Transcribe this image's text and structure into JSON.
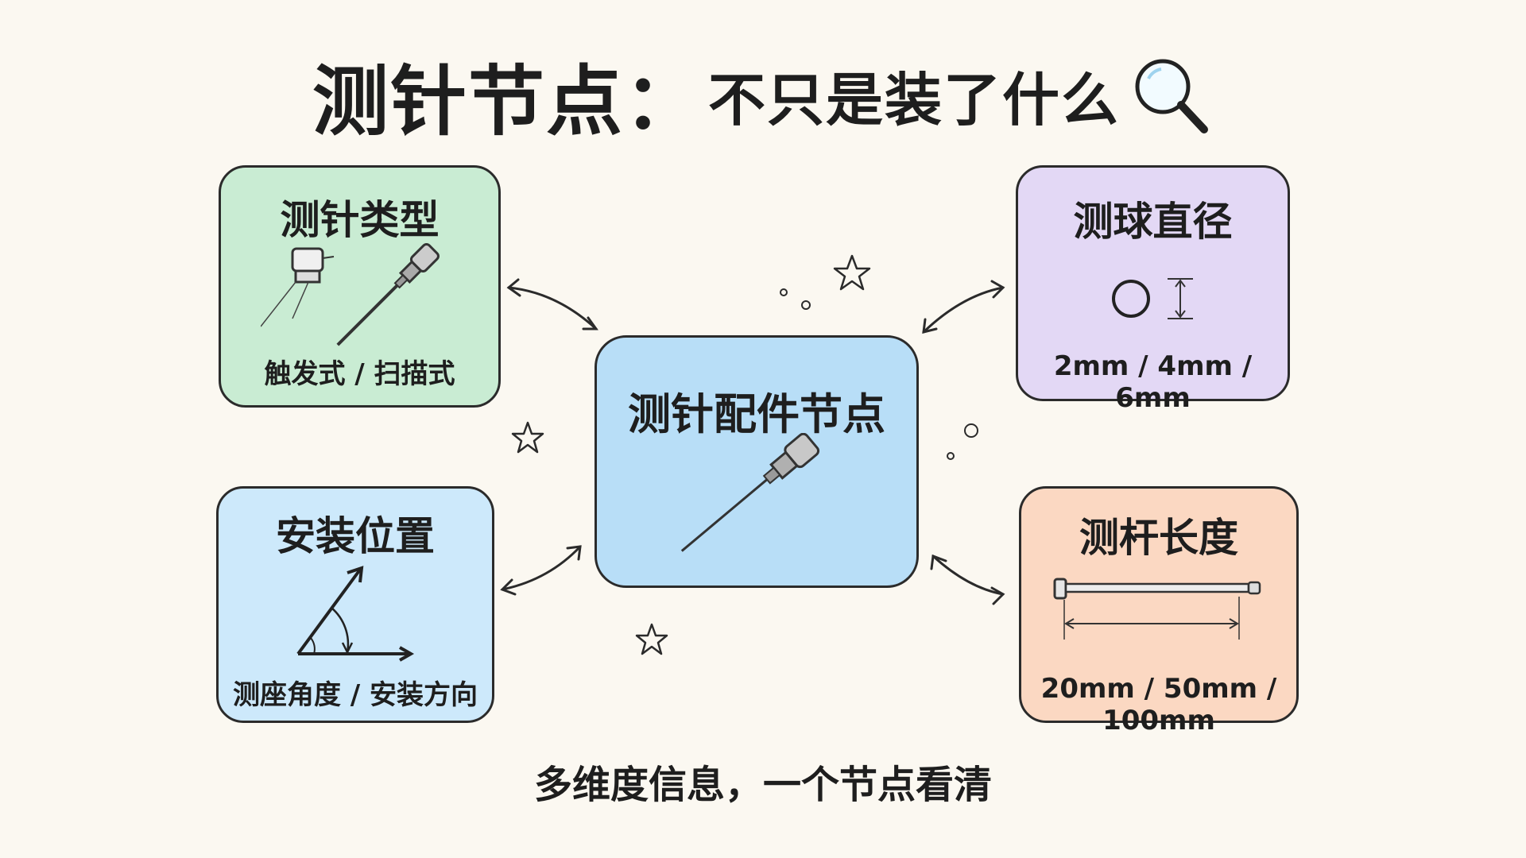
{
  "title": {
    "main": "测针节点：",
    "sub": "不只是装了什么"
  },
  "center": {
    "label": "测针配件节点"
  },
  "cards": {
    "probe_type": {
      "title": "测针类型",
      "caption": "触发式 / 扫描式"
    },
    "ball_diameter": {
      "title": "测球直径",
      "caption": "2mm / 4mm / 6mm"
    },
    "mount_position": {
      "title": "安装位置",
      "caption": "测座角度 / 安装方向"
    },
    "stem_length": {
      "title": "测杆长度",
      "caption": "20mm / 50mm / 100mm"
    }
  },
  "footer": "多维度信息，一个节点看清",
  "colors": {
    "green": "#c9ecd3",
    "purple": "#e3d8f5",
    "blue": "#cde9fb",
    "orange": "#fbd8c2",
    "center": "#b8def7",
    "ink": "#2b2b2b"
  },
  "icons": [
    "magnifier-icon",
    "probe-icon",
    "ball-icon",
    "angle-icon",
    "stem-icon",
    "star-icon"
  ]
}
